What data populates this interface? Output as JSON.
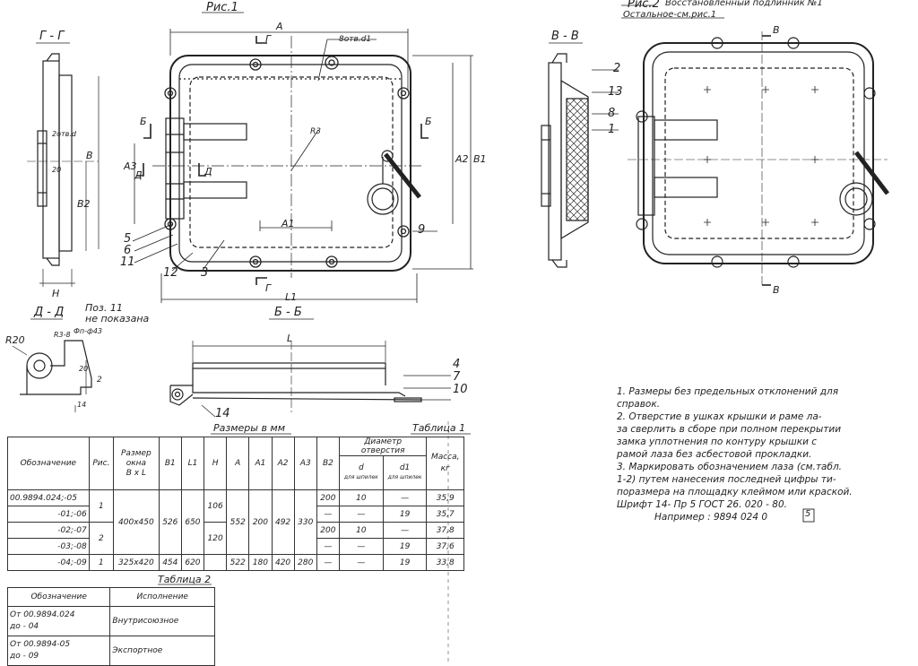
{
  "headings": {
    "fig1": "Рис.1",
    "fig2": "Рис.2",
    "fig2_title": "Восстановленный подлинник №1",
    "fig2_sub": "Остальное-см.рис.1",
    "section_gg": "Г - Г",
    "section_vv": "В - В",
    "section_dd": "Д - Д",
    "section_bb": "Б - Б",
    "pos11_note1": "Поз. 11",
    "pos11_note2": "не показана"
  },
  "dims": {
    "A": "А",
    "A1": "А1",
    "A2": "А2",
    "A3": "А3",
    "B": "В",
    "B1": "В1",
    "B2": "В2",
    "H": "Н",
    "L": "L",
    "L1": "L1",
    "holes": "8отв.d1",
    "holes2": "2отв.d",
    "r20": "R20",
    "r3": "R3-8",
    "dim20": "20",
    "dim14": "14",
    "dim2": "2",
    "fp": "Фп-ф43",
    "rad_p3": "R3",
    "cut_G": "Г",
    "cut_B": "Б",
    "cut_D": "Д",
    "cut_V": "В"
  },
  "positions": [
    "2",
    "13",
    "8",
    "1",
    "5",
    "6",
    "11",
    "12",
    "3",
    "9",
    "4",
    "7",
    "10",
    "14"
  ],
  "notes": [
    "1. Размеры без предельных отклонений для",
    "справок.",
    "2. Отверстие в ушках крышки и раме ла-",
    "за сверлить в сборе при полном перекрытии",
    "замка уплотнения по контуру крышки с",
    "рамой лаза без асбестовой прокладки.",
    "3. Маркировать обозначением лаза (см.табл.",
    "1-2) путем нанесения последней цифры ти-",
    "поразмера на площадку клеймом или краской.",
    "Шрифт   14- Пр 5  ГОСТ 26. 020 - 80.",
    "Например :  9894    024  0"
  ],
  "example_box": "5",
  "table1": {
    "caption_center": "Размеры в мм",
    "caption_right": "Таблица 1",
    "headers": {
      "designation": "Обозначение",
      "fig": "Рис.",
      "size1": "Размер",
      "size2": "окна",
      "size3": "В х L",
      "b1": "В1",
      "l1": "L1",
      "h": "Н",
      "a": "А",
      "a1": "А1",
      "a2": "А2",
      "a3": "А3",
      "b2": "В2",
      "diam1": "Диаметр",
      "diam2": "отверстия",
      "d": "d",
      "d1": "d1",
      "sub1": "для шпилек",
      "sub2": "для шпилек",
      "mass1": "Масса,",
      "mass2": "кг"
    },
    "rows": [
      {
        "des": "00.9894.024;-05",
        "fig": "1",
        "b2": "200",
        "d": "10",
        "d1": "—",
        "mass": "35,9"
      },
      {
        "des": "-01;-06",
        "fig": "",
        "b2": "—",
        "d": "—",
        "d1": "19",
        "mass": "35,7"
      },
      {
        "des": "-02;-07",
        "fig": "2",
        "b2": "200",
        "d": "10",
        "d1": "—",
        "mass": "37,8"
      },
      {
        "des": "-03;-08",
        "fig": "",
        "b2": "—",
        "d": "—",
        "d1": "19",
        "mass": "37,6"
      },
      {
        "des": "-04;-09",
        "fig": "1",
        "b2": "—",
        "d": "—",
        "d1": "19",
        "mass": "33,8"
      }
    ],
    "merged": {
      "size_a": "400х450",
      "b1_a": "526",
      "l1_a": "650",
      "h_a1": "106",
      "h_a2": "120",
      "a_a": "552",
      "a1_a": "200",
      "a2_a": "492",
      "a3_a": "330",
      "size_b": "325х420",
      "b1_b": "454",
      "l1_b": "620",
      "a_b": "522",
      "a1_b": "180",
      "a2_b": "420",
      "a3_b": "280"
    }
  },
  "table2": {
    "caption": "Таблица 2",
    "headers": {
      "designation": "Обозначение",
      "execution": "Исполнение"
    },
    "rows": [
      {
        "des1": "От 00.9894.024",
        "des2": "до        - 04",
        "exec": "Внутрисоюзное"
      },
      {
        "des1": "От 00.9894-05",
        "des2": "до        - 09",
        "exec": "Экспортное"
      }
    ]
  }
}
